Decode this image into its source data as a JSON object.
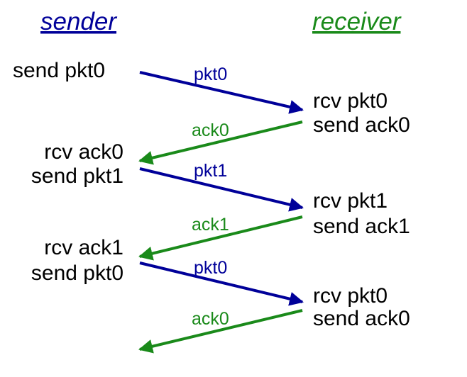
{
  "colors": {
    "sender_msg": "#000099",
    "receiver_msg": "#1a8a1a",
    "text": "#000000"
  },
  "headers": {
    "sender": "sender",
    "receiver": "receiver"
  },
  "sender_labels": {
    "send_pkt0_a": "send pkt0",
    "rcv_ack0": "rcv ack0",
    "send_pkt1": "send pkt1",
    "rcv_ack1": "rcv ack1",
    "send_pkt0_b": "send pkt0"
  },
  "receiver_labels": {
    "rcv_pkt0_a": "rcv pkt0",
    "send_ack0_a": "send ack0",
    "rcv_pkt1": "rcv pkt1",
    "send_ack1": "send ack1",
    "rcv_pkt0_b": "rcv pkt0",
    "send_ack0_b": "send ack0"
  },
  "messages": {
    "pkt0_a": "pkt0",
    "ack0_a": "ack0",
    "pkt1": "pkt1",
    "ack1": "ack1",
    "pkt0_b": "pkt0",
    "ack0_b": "ack0"
  }
}
